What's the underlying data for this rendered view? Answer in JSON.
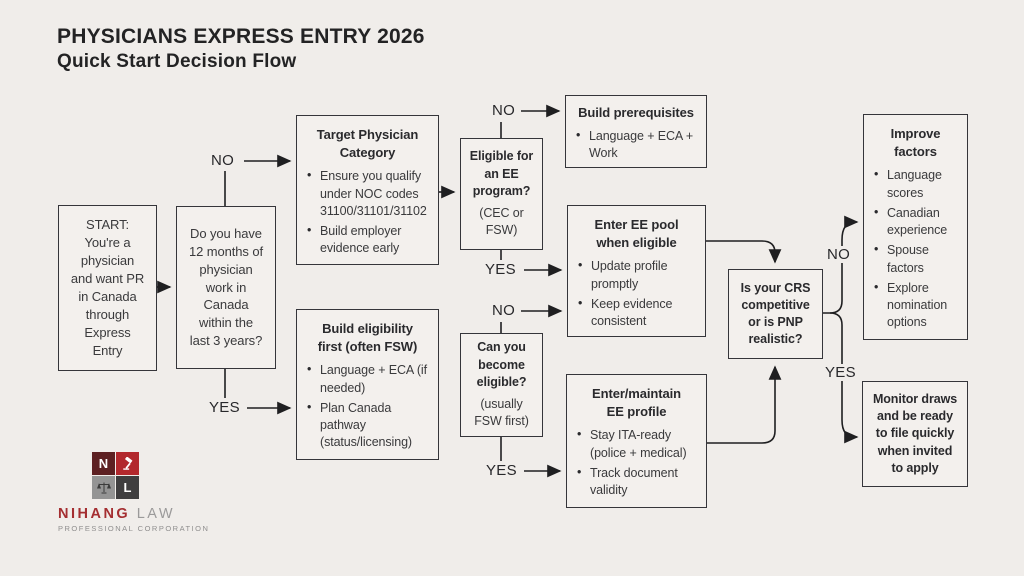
{
  "page": {
    "title_line1": "PHYSICIANS EXPRESS ENTRY 2026",
    "title_line2": "Quick Start Decision Flow"
  },
  "labels": {
    "no": "NO",
    "yes": "YES"
  },
  "boxes": {
    "start": {
      "text": "START:\nYou're a\nphysician\nand want PR\nin Canada\nthrough\nExpress\nEntry"
    },
    "question_12_months": {
      "text": "Do you have\n12 months of\nphysician\nwork in\nCanada\nwithin the\nlast 3 years?"
    },
    "target_category": {
      "title": "Target Physician\nCategory",
      "bullets": [
        "Ensure you qualify under NOC codes 31100/31101/31102",
        "Build employer evidence early"
      ]
    },
    "eligible_program": {
      "title": "Eligible for\nan EE\nprogram?",
      "subtitle": "(CEC or\nFSW)"
    },
    "build_prerequisites": {
      "title": "Build prerequisites",
      "bullets": [
        "Language + ECA + Work"
      ]
    },
    "enter_pool": {
      "title": "Enter EE pool\nwhen eligible",
      "bullets": [
        "Update profile promptly",
        "Keep evidence consistent"
      ]
    },
    "build_eligibility": {
      "title": "Build eligibility\nfirst (often FSW)",
      "bullets": [
        "Language + ECA (if needed)",
        "Plan Canada pathway (status/licensing)"
      ]
    },
    "become_eligible": {
      "title": "Can you\nbecome\neligible?",
      "subtitle": "(usually\nFSW first)"
    },
    "maintain_profile": {
      "title": "Enter/maintain\nEE profile",
      "bullets": [
        "Stay ITA-ready (police + medical)",
        "Track document validity"
      ]
    },
    "crs_question": {
      "text": "Is your CRS\ncompetitive\nor is PNP\nrealistic?"
    },
    "improve_factors": {
      "title": "Improve\nfactors",
      "bullets": [
        "Language scores",
        "Canadian experience",
        "Spouse factors",
        "Explore nomination options"
      ]
    },
    "monitor_draws": {
      "text": "Monitor draws\nand be ready\nto file quickly\nwhen invited\nto apply"
    }
  },
  "logo": {
    "letter_n": "N",
    "letter_l": "L",
    "name_primary": "NIHANG",
    "name_secondary": "LAW",
    "subtitle": "PROFESSIONAL CORPORATION"
  },
  "colors": {
    "background": "#f0edea",
    "box_border": "#35353a",
    "arrow": "#1f1f21",
    "brand_maroon": "#5d2022",
    "brand_red": "#b2282d",
    "brand_gray": "#949494",
    "brand_charcoal": "#3f3e3f"
  }
}
